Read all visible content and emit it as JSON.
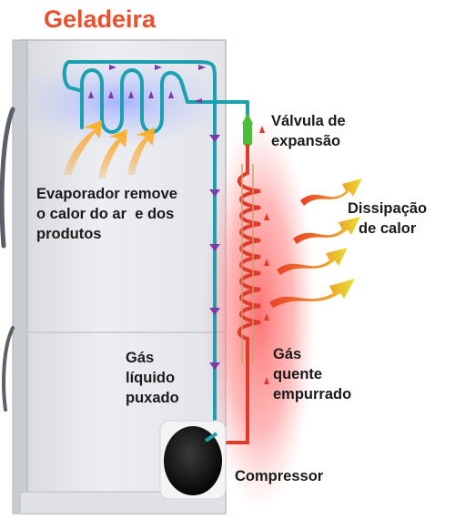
{
  "title": "Geladeira",
  "labels": {
    "valve": [
      "Válvula de",
      "expansão"
    ],
    "evaporator": [
      "Evaporador remove",
      "o calor do ar  e dos",
      "produtos"
    ],
    "heat": [
      "Dissipação",
      "de calor"
    ],
    "liquid": [
      "Gás",
      "líquido",
      "puxado"
    ],
    "hot_gas": [
      "Gás",
      "quente",
      "empurrado"
    ],
    "compressor": "Compressor"
  },
  "colors": {
    "title": "#e8502e",
    "pipe_cold": "#1aa0b0",
    "pipe_hot": "#e03a2a",
    "valve": "#4cbc3c",
    "heat_glow": "#ff6e6e",
    "cold_glow": "#aab6ff",
    "arrow_purple": "#7a3aa8"
  }
}
